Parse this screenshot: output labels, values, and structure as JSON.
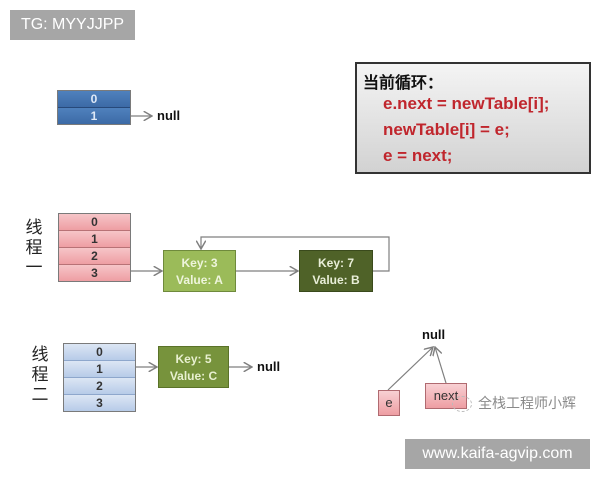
{
  "watermark_top": "TG: MYYJJPP",
  "watermark_bottom": "www.kaifa-agvip.com",
  "watermark_brand": "全栈工程师小辉",
  "code_box": {
    "title": "当前循环：",
    "lines": [
      "e.next = newTable[i];",
      "newTable[i] = e;",
      "e = next;"
    ]
  },
  "original_table": {
    "cells": [
      "0",
      "1"
    ],
    "null_label": "null"
  },
  "thread1": {
    "label": [
      "线",
      "程",
      "一"
    ],
    "cells": [
      "0",
      "1",
      "2",
      "3"
    ],
    "nodes": [
      {
        "key": "Key: 3",
        "value": "Value: A"
      },
      {
        "key": "Key: 7",
        "value": "Value: B"
      }
    ]
  },
  "thread2": {
    "label": [
      "线",
      "程",
      "二"
    ],
    "cells": [
      "0",
      "1",
      "2",
      "3"
    ],
    "nodes": [
      {
        "key": "Key: 5",
        "value": "Value: C"
      }
    ],
    "null_label": "null"
  },
  "pointers": {
    "null_label": "null",
    "e_label": "e",
    "next_label": "next"
  },
  "colors": {
    "code_text": "#c0262d",
    "blue_cell": "#4f81bd",
    "pink_cell": "#f2b3b7",
    "light_blue_cell": "#c6d6ee",
    "node_light_green": "#9bbb59",
    "node_dark_green": "#4f6228",
    "node_mid_green": "#77933c",
    "watermark_bg": "#a6a6a6"
  }
}
